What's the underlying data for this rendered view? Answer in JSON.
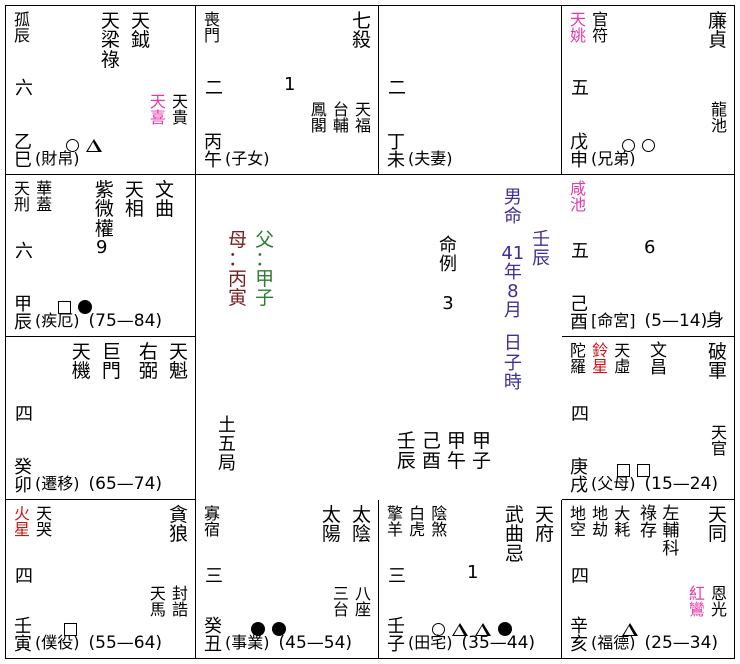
{
  "colors": {
    "pink": "#e838a8",
    "red": "#cc1414",
    "blue": "#3b2f9e",
    "green": "#2e7d32",
    "darkred": "#7a1f1f",
    "black": "#000000"
  },
  "center": {
    "father_label": "父",
    "father_colon": "：",
    "father_value": "甲子",
    "mother_label": "母",
    "mother_colon": "：",
    "mother_value": "丙寅",
    "case_label": "命例",
    "case_number": "3",
    "gender_line": "男命",
    "birth_gz": "壬辰",
    "birth_text": "41年8月",
    "birth_daytime": "日子時",
    "ju": "土五局",
    "pillars": [
      "甲子",
      "甲午",
      "己酉",
      "壬辰"
    ]
  },
  "cells": [
    {
      "id": "si",
      "stem": "乙",
      "branch": "巳",
      "palace": "(財帛)",
      "range": "",
      "number": "六",
      "mid_number": "",
      "stars_tr": [
        {
          "text": "天鉞",
          "color": "black"
        },
        {
          "text": "天梁祿",
          "color": "black"
        }
      ],
      "stars_tl": [
        {
          "text": "孤辰",
          "color": "black"
        }
      ],
      "stars_br": [
        {
          "text": "天貴",
          "color": "black"
        },
        {
          "text": "天喜",
          "color": "pink"
        }
      ],
      "marks": [
        "circle",
        "triangle"
      ],
      "shen": ""
    },
    {
      "id": "wu",
      "stem": "丙",
      "branch": "午",
      "palace": "(子女)",
      "range": "",
      "number": "二",
      "mid_number": "1",
      "stars_tr": [
        {
          "text": "七殺",
          "color": "black"
        }
      ],
      "stars_tl": [
        {
          "text": "喪門",
          "color": "black"
        }
      ],
      "stars_br": [
        {
          "text": "天福",
          "color": "black"
        },
        {
          "text": "台輔",
          "color": "black"
        },
        {
          "text": "鳳閣",
          "color": "black"
        }
      ],
      "marks": [],
      "shen": ""
    },
    {
      "id": "wei",
      "stem": "丁",
      "branch": "未",
      "palace": "(夫妻)",
      "range": "",
      "number": "二",
      "mid_number": "",
      "stars_tr": [],
      "stars_tl": [],
      "stars_br": [],
      "marks": [],
      "shen": ""
    },
    {
      "id": "shen",
      "stem": "戊",
      "branch": "申",
      "palace": "(兄弟)",
      "range": "",
      "number": "五",
      "mid_number": "",
      "stars_tr": [
        {
          "text": "廉貞",
          "color": "black"
        }
      ],
      "stars_tl": [
        {
          "text": "天姚",
          "color": "pink"
        },
        {
          "text": "官符",
          "color": "black"
        }
      ],
      "stars_br": [
        {
          "text": "龍池",
          "color": "black"
        }
      ],
      "marks": [
        "circle",
        "circle"
      ],
      "shen": ""
    },
    {
      "id": "chen",
      "stem": "甲",
      "branch": "辰",
      "palace": "(疾厄)",
      "range": "(75—84)",
      "number": "六",
      "mid_number": "9",
      "stars_tr": [
        {
          "text": "文曲",
          "color": "black"
        },
        {
          "text": "天相",
          "color": "black"
        },
        {
          "text": "紫微權",
          "color": "black"
        }
      ],
      "stars_tl": [
        {
          "text": "天刑",
          "color": "black"
        },
        {
          "text": "華蓋",
          "color": "black"
        }
      ],
      "stars_br": [],
      "marks": [
        "square",
        "dot"
      ],
      "shen": ""
    },
    {
      "id": "you",
      "stem": "己",
      "branch": "酉",
      "palace": "[命宮]",
      "range": "(5—14)",
      "number": "五",
      "mid_number": "6",
      "stars_tr": [],
      "stars_tl": [
        {
          "text": "咸池",
          "color": "pink"
        }
      ],
      "stars_br": [],
      "marks": [],
      "shen": "身"
    },
    {
      "id": "mao",
      "stem": "癸",
      "branch": "卯",
      "palace": "(遷移)",
      "range": "(65—74)",
      "number": "四",
      "mid_number": "",
      "stars_tr": [
        {
          "text": "天魁",
          "color": "black"
        },
        {
          "text": "右弼",
          "color": "black"
        },
        {
          "text": "巨門",
          "color": "black"
        },
        {
          "text": "天機",
          "color": "black"
        }
      ],
      "stars_tl": [],
      "stars_br": [],
      "marks": [],
      "shen": ""
    },
    {
      "id": "xu",
      "stem": "庚",
      "branch": "戌",
      "palace": "(父母)",
      "range": "(15—24)",
      "number": "四",
      "mid_number": "",
      "stars_tr": [
        {
          "text": "破軍",
          "color": "black"
        }
      ],
      "stars_tl": [
        {
          "text": "陀羅",
          "color": "black"
        },
        {
          "text": "鈴星",
          "color": "red"
        },
        {
          "text": "天虛",
          "color": "black"
        }
      ],
      "stars_mid": [
        {
          "text": "文昌",
          "color": "black"
        }
      ],
      "stars_br": [
        {
          "text": "天官",
          "color": "black"
        }
      ],
      "marks": [
        "square",
        "square"
      ],
      "shen": ""
    },
    {
      "id": "yin",
      "stem": "壬",
      "branch": "寅",
      "palace": "(僕役)",
      "range": "(55—64)",
      "number": "四",
      "mid_number": "",
      "stars_tr": [
        {
          "text": "貪狼",
          "color": "black"
        }
      ],
      "stars_tl": [
        {
          "text": "火星",
          "color": "red"
        },
        {
          "text": "天哭",
          "color": "black"
        }
      ],
      "stars_br": [
        {
          "text": "封誥",
          "color": "black"
        },
        {
          "text": "天馬",
          "color": "black"
        }
      ],
      "marks": [
        "square"
      ],
      "shen": ""
    },
    {
      "id": "chou",
      "stem": "癸",
      "branch": "丑",
      "palace": "(事業)",
      "range": "(45—54)",
      "number": "三",
      "mid_number": "",
      "stars_tr": [
        {
          "text": "太陰",
          "color": "black"
        },
        {
          "text": "太陽",
          "color": "black"
        }
      ],
      "stars_tl": [
        {
          "text": "寡宿",
          "color": "black"
        }
      ],
      "stars_br": [
        {
          "text": "八座",
          "color": "black"
        },
        {
          "text": "三台",
          "color": "black"
        }
      ],
      "marks": [
        "dot",
        "dot"
      ],
      "shen": ""
    },
    {
      "id": "zi",
      "stem": "壬",
      "branch": "子",
      "palace": "(田宅)",
      "range": "(35—44)",
      "number": "三",
      "mid_number": "1",
      "stars_tr": [
        {
          "text": "天府",
          "color": "black"
        },
        {
          "text": "武曲忌",
          "color": "black"
        }
      ],
      "stars_tl": [
        {
          "text": "擎羊",
          "color": "black"
        },
        {
          "text": "白虎",
          "color": "black"
        },
        {
          "text": "陰煞",
          "color": "black"
        }
      ],
      "stars_br": [],
      "marks": [
        "circle",
        "triangle",
        "triangle",
        "dot"
      ],
      "shen": ""
    },
    {
      "id": "hai",
      "stem": "辛",
      "branch": "亥",
      "palace": "(福德)",
      "range": "(25—34)",
      "number": "四",
      "mid_number": "",
      "stars_tr": [
        {
          "text": "天同",
          "color": "black"
        }
      ],
      "stars_tl": [
        {
          "text": "地空",
          "color": "black"
        },
        {
          "text": "地劫",
          "color": "black"
        },
        {
          "text": "大耗",
          "color": "black"
        }
      ],
      "stars_mid": [
        {
          "text": "祿存",
          "color": "black"
        },
        {
          "text": "左輔科",
          "color": "black"
        }
      ],
      "stars_br": [
        {
          "text": "恩光",
          "color": "black"
        },
        {
          "text": "紅鸞",
          "color": "pink"
        }
      ],
      "marks": [
        "triangle"
      ],
      "shen": ""
    }
  ]
}
